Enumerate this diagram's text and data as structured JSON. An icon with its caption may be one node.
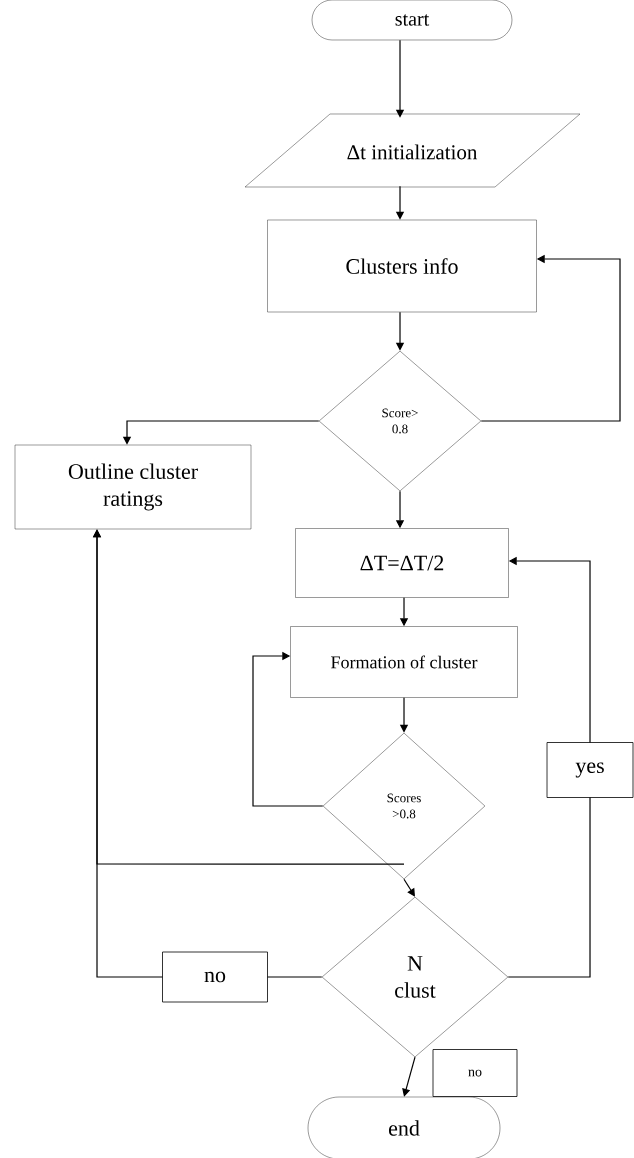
{
  "diagram": {
    "nodes": [
      {
        "text": [
          "start"
        ]
      },
      {
        "text": [
          "Δt initialization"
        ]
      },
      {
        "text": [
          "Clusters info"
        ]
      },
      {
        "text": [
          "Score> 0.8"
        ]
      },
      {
        "text": [
          "Outline cluster ratings"
        ]
      },
      {
        "text": [
          "ΔT=ΔT/2"
        ]
      },
      {
        "text": [
          "Formation of cluster"
        ]
      },
      {
        "text": [
          "Scores >0.8"
        ]
      },
      {
        "text": [
          "N clust"
        ]
      },
      {
        "text": [
          "end"
        ]
      }
    ],
    "edges": [
      {
        "from": 0,
        "to": 1,
        "arrow": "to"
      },
      {
        "from": 1,
        "to": 2,
        "arrow": "to"
      },
      {
        "from": 2,
        "to": 3,
        "arrow": "to"
      },
      {
        "from": 3,
        "to": 2,
        "arrow": "to"
      },
      {
        "from": 3,
        "to": 4,
        "arrow": "to"
      },
      {
        "from": 3,
        "to": 5,
        "arrow": "to"
      },
      {
        "from": 5,
        "to": 6,
        "arrow": "to"
      },
      {
        "from": 6,
        "to": 7,
        "arrow": "to"
      },
      {
        "from": 7,
        "to": 6,
        "arrow": "to"
      },
      {
        "from": 7,
        "to": 8,
        "arrow": "to"
      },
      {
        "from": 8,
        "to": 5,
        "arrow": "to",
        "label": "yes"
      },
      {
        "from": 7,
        "to": 4,
        "arrow": "to"
      },
      {
        "from": 8,
        "to": 4,
        "arrow": "to",
        "label": "no"
      },
      {
        "from": 8,
        "to": 9,
        "arrow": "to",
        "label": "no"
      }
    ]
  }
}
